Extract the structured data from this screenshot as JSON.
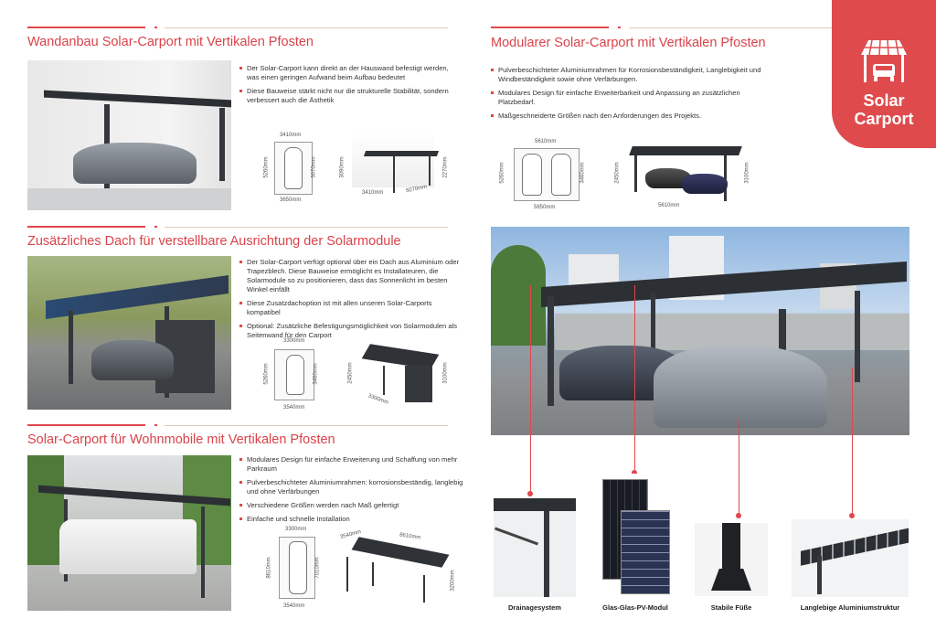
{
  "logo": {
    "line1": "Solar",
    "line2": "Carport",
    "icon": "carport-icon"
  },
  "colors": {
    "accent": "#e0474c"
  },
  "sections": {
    "wall": {
      "title": "Wandanbau Solar-Carport mit Vertikalen Pfosten",
      "bullets": [
        "Der Solar-Carport kann direkt an der Hauswand befestigt werden, was einen geringen Aufwand beim Aufbau bedeutet",
        "Diese Bauweise stärkt nicht nur die strukturelle Stabilität, sondern verbessert auch die Ästhetik"
      ],
      "dims": {
        "plan_top": "3410mm",
        "plan_left": "5260mm",
        "plan_right": "5070mm",
        "plan_bottom": "3650mm",
        "iso_h1": "3090mm",
        "iso_w": "3410mm",
        "iso_d": "5070mm",
        "iso_h2": "2270mm"
      }
    },
    "extra_roof": {
      "title": "Zusätzliches Dach für verstellbare Ausrichtung der Solarmodule",
      "bullets": [
        "Der Solar-Carport verfügt optional über ein Dach aus Aluminium oder Trapezblech. Diese Bauweise ermöglicht es Installateuren, die Solarmodule so zu positionieren, dass das Sonnenlicht im besten Winkel einfällt",
        "Diese Zusatzdachoption ist mit allen unseren Solar-Carports kompatibel",
        "Optional: Zusätzliche Befestigungsmöglichkeit von Solarmodulen als Seitenwand für den Carport"
      ],
      "dims": {
        "plan_top": "3300mm",
        "plan_left": "5260mm",
        "plan_right": "3460mm",
        "plan_bottom": "3540mm",
        "iso_h1": "2450mm",
        "iso_w": "3300mm",
        "iso_h2": "3100mm"
      }
    },
    "rv": {
      "title": "Solar-Carport für Wohnmobile mit Vertikalen Pfosten",
      "bullets": [
        "Modulares Design für einfache Erweiterung und Schaffung von mehr Parkraum",
        "Pulverbeschichteter Aluminiumrahmen: korrosionsbeständig, langlebig und ohne Verfärbungen",
        "Verschiedene Größen werden nach Maß gefertigt",
        "Einfache und schnelle Installation"
      ],
      "dims": {
        "plan_top": "3300mm",
        "plan_left": "8610mm",
        "plan_right": "7010mm",
        "plan_bottom": "3540mm",
        "iso_w": "3540mm",
        "iso_d": "8610mm",
        "iso_h2": "3200mm"
      }
    },
    "modular": {
      "title": "Modularer Solar-Carport mit Vertikalen Pfosten",
      "bullets": [
        "Pulverbeschichteter Aluminiumrahmen für Korrosionsbeständigkeit, Langlebigkeit und Windbeständigkeit sowie ohne Verfärbungen.",
        "Modulares Design für einfache Erweiterbarkeit und Anpassung an zusätzlichen Platzbedarf.",
        "Maßgeschneiderte Größen nach den Anforderungen des Projekts."
      ],
      "dims": {
        "plan_top": "5610mm",
        "plan_left": "5260mm",
        "plan_right": "3460mm",
        "plan_bottom": "5850mm",
        "iso_h1": "2450mm",
        "iso_w": "5610mm",
        "iso_h2": "3100mm"
      }
    }
  },
  "details": [
    {
      "label": "Drainagesystem"
    },
    {
      "label": "Glas-Glas-PV-Modul"
    },
    {
      "label": "Stabile Füße"
    },
    {
      "label": "Langlebige Aluminiumstruktur"
    }
  ]
}
